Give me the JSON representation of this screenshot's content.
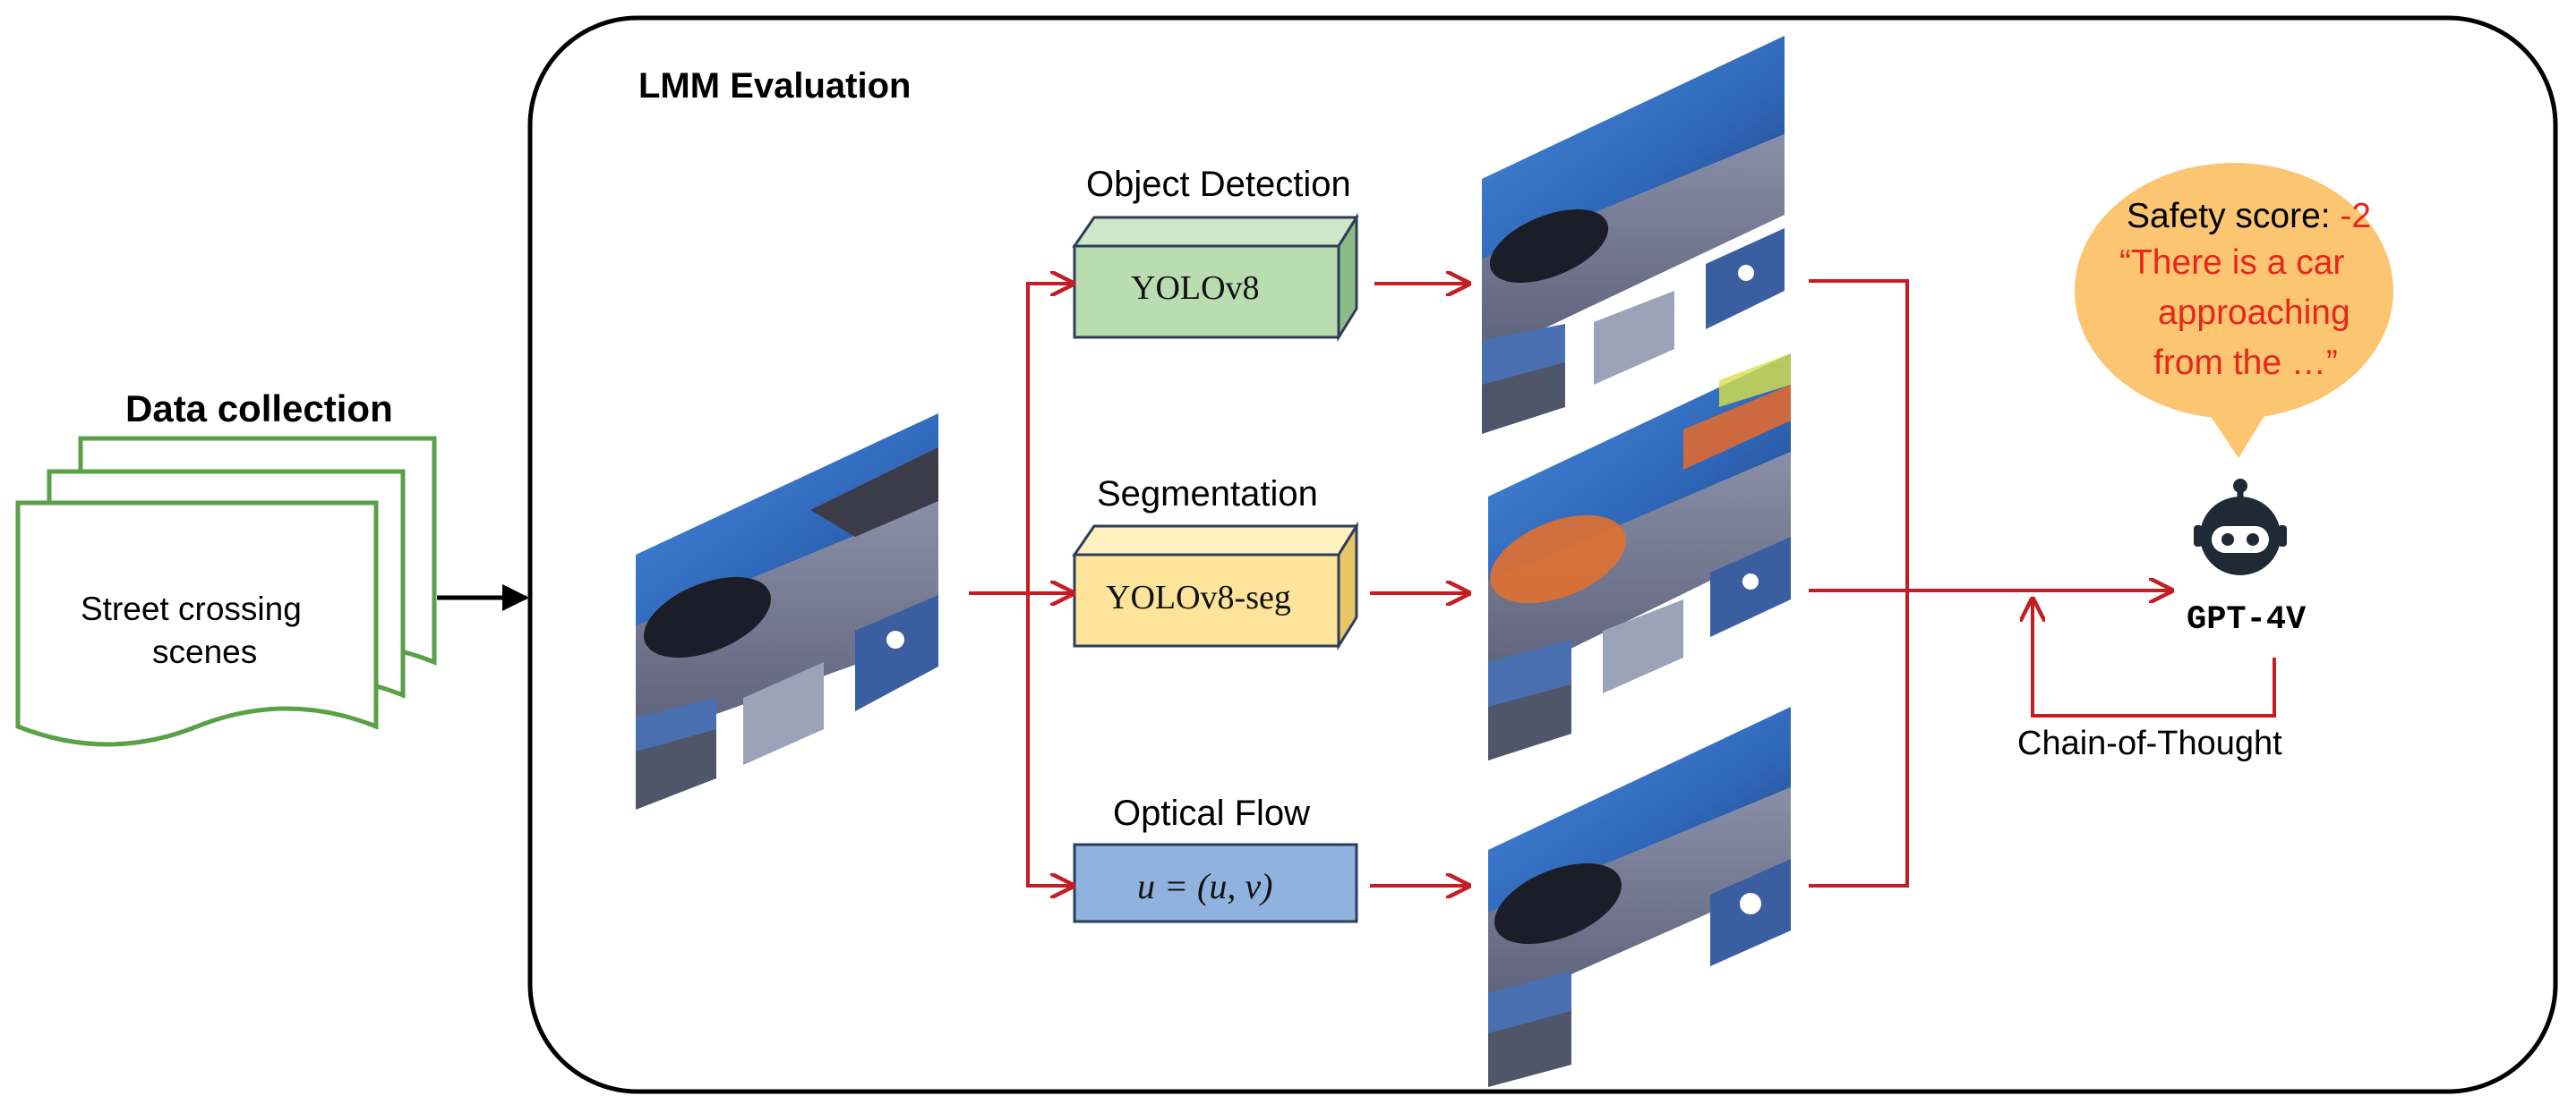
{
  "data_collection": {
    "title": "Data collection",
    "doc_text_line1": "Street crossing",
    "doc_text_line2": "scenes"
  },
  "lmm_evaluation": {
    "title": "LMM Evaluation",
    "methods": [
      {
        "label": "Object Detection",
        "box_text": "YOLOv8"
      },
      {
        "label": "Segmentation",
        "box_text": "YOLOv8-seg"
      },
      {
        "label": "Optical Flow",
        "box_text": "u = (u, v)"
      }
    ],
    "model": {
      "label": "GPT-4V",
      "icon": "robot-icon"
    },
    "feedback_label": "Chain-of-Thought",
    "speech": {
      "score_label": "Safety score: ",
      "score_value": "-2",
      "line1": "“There is a car",
      "line2": "approaching",
      "line3": "from the …”"
    }
  },
  "colors": {
    "doc_border": "#5aa046",
    "arrow_red": "#c41d24",
    "detection_box": "#b9dcb0",
    "segmentation_box": "#fde49a",
    "flow_box": "#8fb2de",
    "bubble": "#fbc571",
    "score_red": "#e8261c"
  }
}
